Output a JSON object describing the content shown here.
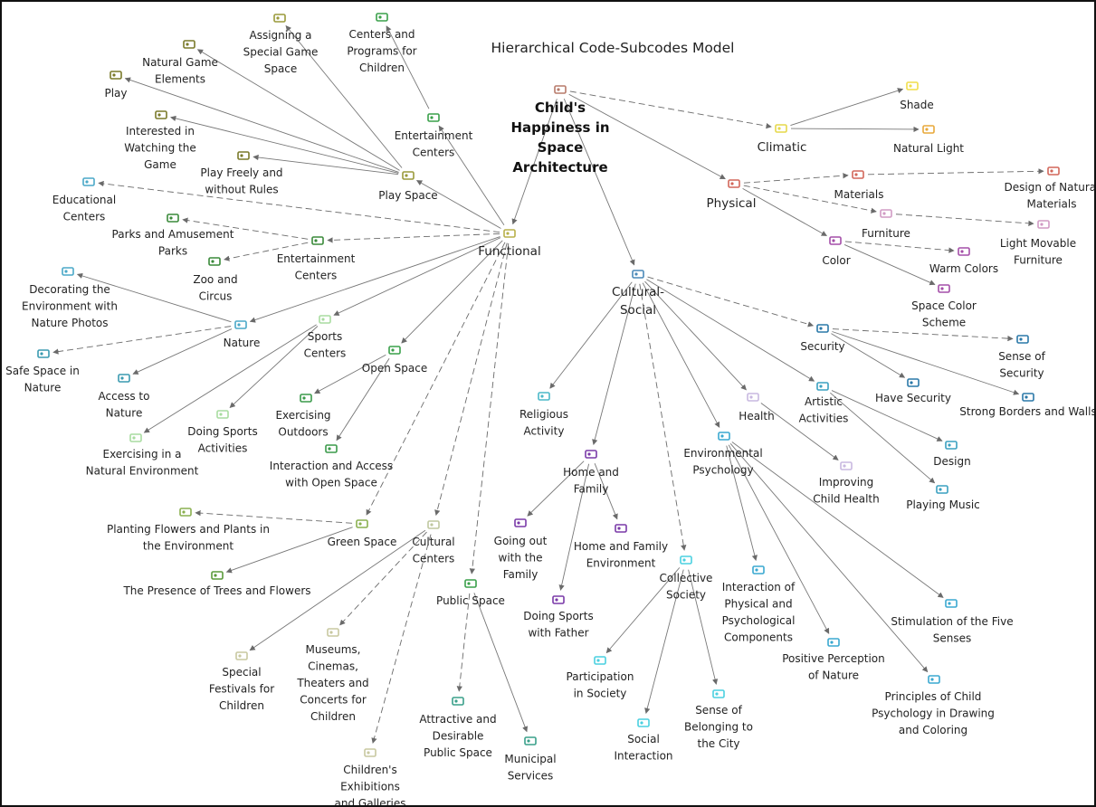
{
  "title": "Hierarchical Code-Subcodes Model",
  "nodes": [
    {
      "id": "root",
      "label": "Child's\nHappiness in\nSpace\nArchitecture",
      "color": "#b77a6a",
      "kind": "root"
    },
    {
      "id": "functional",
      "label": "Functional",
      "color": "#b8b04a",
      "kind": "main"
    },
    {
      "id": "cultural_social",
      "label": "Cultural-\nSocial",
      "color": "#4a89b8",
      "kind": "main"
    },
    {
      "id": "climatic",
      "label": "Climatic",
      "color": "#e6d84a",
      "kind": "main"
    },
    {
      "id": "physical",
      "label": "Physical",
      "color": "#d2675a",
      "kind": "main"
    },
    {
      "id": "shade",
      "label": "Shade",
      "color": "#f0de4a"
    },
    {
      "id": "natural_light",
      "label": "Natural Light",
      "color": "#e8a83a"
    },
    {
      "id": "materials",
      "label": "Materials",
      "color": "#d2675a"
    },
    {
      "id": "design_natural_materials",
      "label": "Design of Natural\nMaterials",
      "color": "#d2675a"
    },
    {
      "id": "furniture",
      "label": "Furniture",
      "color": "#d19bc4"
    },
    {
      "id": "light_movable_furniture",
      "label": "Light Movable\nFurniture",
      "color": "#d19bc4"
    },
    {
      "id": "color",
      "label": "Color",
      "color": "#a44ea8"
    },
    {
      "id": "warm_colors",
      "label": "Warm Colors",
      "color": "#a44ea8"
    },
    {
      "id": "space_color_scheme",
      "label": "Space Color\nScheme",
      "color": "#a44ea8"
    },
    {
      "id": "play_space",
      "label": "Play Space",
      "color": "#9a9a3a"
    },
    {
      "id": "entertainment_centers_top",
      "label": "Entertainment\nCenters",
      "color": "#3aa04a"
    },
    {
      "id": "centers_programs_children",
      "label": "Centers and\nPrograms for\nChildren",
      "color": "#3aa04a"
    },
    {
      "id": "assigning_special_game_space",
      "label": "Assigning a\nSpecial Game\nSpace",
      "color": "#9a9a3a"
    },
    {
      "id": "natural_game_elements",
      "label": "Natural Game\nElements",
      "color": "#7a7a2a"
    },
    {
      "id": "play",
      "label": "Play",
      "color": "#7a7a2a"
    },
    {
      "id": "interested_watching_game",
      "label": "Interested in\nWatching the\nGame",
      "color": "#7a7a2a"
    },
    {
      "id": "play_freely",
      "label": "Play Freely and\nwithout Rules",
      "color": "#7a7a2a"
    },
    {
      "id": "educational_centers",
      "label": "Educational\nCenters",
      "color": "#4aa8c8"
    },
    {
      "id": "entertainment_centers_mid",
      "label": "Entertainment\nCenters",
      "color": "#3a8a3a"
    },
    {
      "id": "parks_amusement",
      "label": "Parks and Amusement\nParks",
      "color": "#3a8a3a"
    },
    {
      "id": "zoo_circus",
      "label": "Zoo and\nCircus",
      "color": "#3a8a3a"
    },
    {
      "id": "nature",
      "label": "Nature",
      "color": "#4aa8c8"
    },
    {
      "id": "decorating_nature_photos",
      "label": "Decorating the\nEnvironment with\nNature Photos",
      "color": "#4aa8c8"
    },
    {
      "id": "safe_space_nature",
      "label": "Safe Space in\nNature",
      "color": "#3a9ab0"
    },
    {
      "id": "access_to_nature",
      "label": "Access to\nNature",
      "color": "#3a9ab0"
    },
    {
      "id": "exercising_natural_env",
      "label": "Exercising in a\nNatural Environment",
      "color": "#a8dca0"
    },
    {
      "id": "sports_centers",
      "label": "Sports\nCenters",
      "color": "#a8dca0"
    },
    {
      "id": "doing_sports_activities",
      "label": "Doing Sports\nActivities",
      "color": "#a8dca0"
    },
    {
      "id": "open_space",
      "label": "Open Space",
      "color": "#3aa04a"
    },
    {
      "id": "exercising_outdoors",
      "label": "Exercising\nOutdoors",
      "color": "#3a9a4a"
    },
    {
      "id": "interaction_open_space",
      "label": "Interaction and Access\nwith Open Space",
      "color": "#3a9a4a"
    },
    {
      "id": "green_space",
      "label": "Green Space",
      "color": "#8ab050"
    },
    {
      "id": "planting_flowers",
      "label": "Planting Flowers and Plants in\nthe Environment",
      "color": "#8ab050"
    },
    {
      "id": "presence_trees",
      "label": "The Presence of Trees and Flowers",
      "color": "#5a9a3a"
    },
    {
      "id": "cultural_centers",
      "label": "Cultural\nCenters",
      "color": "#c0c8a0"
    },
    {
      "id": "special_festivals",
      "label": "Special\nFestivals for\nChildren",
      "color": "#c8c8a0"
    },
    {
      "id": "museums_cinemas",
      "label": "Museums,\nCinemas,\nTheaters and\nConcerts for\nChildren",
      "color": "#c8c8a0"
    },
    {
      "id": "childrens_exhibitions",
      "label": "Children's\nExhibitions\nand Galleries",
      "color": "#c8c8a0"
    },
    {
      "id": "public_space",
      "label": "Public Space",
      "color": "#3aa04a"
    },
    {
      "id": "attractive_public_space",
      "label": "Attractive and\nDesirable\nPublic Space",
      "color": "#3aa08a"
    },
    {
      "id": "municipal_services",
      "label": "Municipal\nServices",
      "color": "#3aa08a"
    },
    {
      "id": "religious_activity",
      "label": "Religious\nActivity",
      "color": "#4ab8c8"
    },
    {
      "id": "home_family",
      "label": "Home and\nFamily",
      "color": "#7a3aa8"
    },
    {
      "id": "going_out_family",
      "label": "Going out\nwith the\nFamily",
      "color": "#7a3aa8"
    },
    {
      "id": "doing_sports_father",
      "label": "Doing Sports\nwith Father",
      "color": "#7a3aa8"
    },
    {
      "id": "home_family_env",
      "label": "Home and Family\nEnvironment",
      "color": "#7a3aa8"
    },
    {
      "id": "collective_society",
      "label": "Collective\nSociety",
      "color": "#4ad0e0"
    },
    {
      "id": "participation_society",
      "label": "Participation\nin Society",
      "color": "#4ad0e0"
    },
    {
      "id": "social_interaction",
      "label": "Social\nInteraction",
      "color": "#4ad0e0"
    },
    {
      "id": "sense_belonging_city",
      "label": "Sense of\nBelonging to\nthe City",
      "color": "#4ad0e0"
    },
    {
      "id": "environmental_psychology",
      "label": "Environmental\nPsychology",
      "color": "#3aa8d0"
    },
    {
      "id": "interaction_physical_psych",
      "label": "Interaction of\nPhysical and\nPsychological\nComponents",
      "color": "#3aa8d0"
    },
    {
      "id": "positive_perception_nature",
      "label": "Positive Perception\nof Nature",
      "color": "#3aa8d0"
    },
    {
      "id": "principles_child_psych",
      "label": "Principles of Child\nPsychology in Drawing\nand Coloring",
      "color": "#3aa8d0"
    },
    {
      "id": "stimulation_five_senses",
      "label": "Stimulation of the Five\nSenses",
      "color": "#3aa8d0"
    },
    {
      "id": "health",
      "label": "Health",
      "color": "#c8b8e0"
    },
    {
      "id": "improving_child_health",
      "label": "Improving\nChild Health",
      "color": "#c8b8e0"
    },
    {
      "id": "artistic_activities",
      "label": "Artistic\nActivities",
      "color": "#3aa0c0"
    },
    {
      "id": "design",
      "label": "Design",
      "color": "#3aa0c0"
    },
    {
      "id": "playing_music",
      "label": "Playing Music",
      "color": "#3aa0c0"
    },
    {
      "id": "security",
      "label": "Security",
      "color": "#2a78a8"
    },
    {
      "id": "sense_of_security",
      "label": "Sense of\nSecurity",
      "color": "#2a78a8"
    },
    {
      "id": "have_security",
      "label": "Have Security",
      "color": "#2a78a8"
    },
    {
      "id": "strong_borders_walls",
      "label": "Strong Borders and Walls",
      "color": "#2a78a8"
    }
  ]
}
